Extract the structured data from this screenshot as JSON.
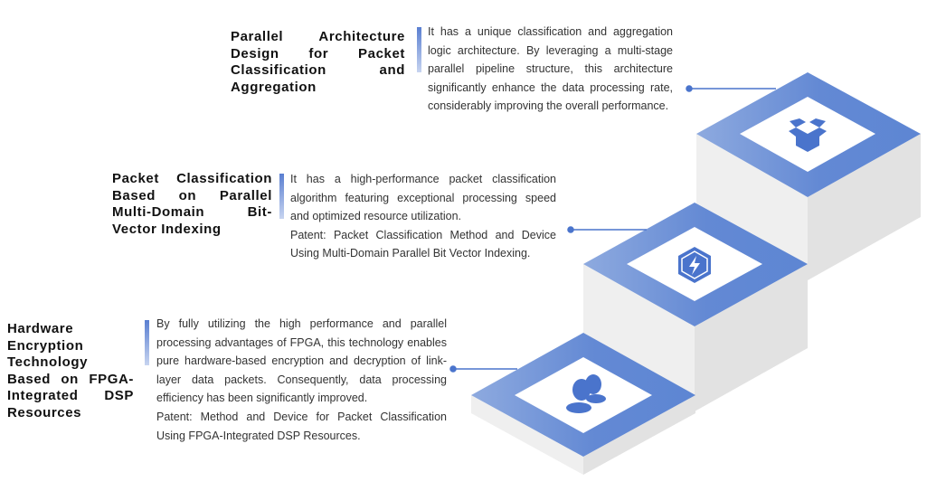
{
  "steps": [
    {
      "title": "Parallel Architecture Design for Packet Classification and Aggregation",
      "paragraphs": [
        "It has a unique classification and aggregation logic architecture. By leveraging a multi-stage parallel pipeline structure, this architecture significantly enhance the data processing rate, considerably improving the overall performance."
      ],
      "icon": "open-box-icon"
    },
    {
      "title": "Packet Classification Based on Parallel Multi-Domain Bit-Vector Indexing",
      "paragraphs": [
        "It has a high-performance packet classification algorithm featuring exceptional processing speed and optimized resource utilization.",
        "Patent: Packet Classification Method and Device Using Multi-Domain Parallel Bit Vector Indexing."
      ],
      "icon": "lightning-shield-icon"
    },
    {
      "title": "Hardware Encryption Technology Based on FPGA-Integrated DSP Resources",
      "paragraphs": [
        "By fully utilizing the high performance and parallel processing advantages of FPGA, this technology enables pure hardware-based encryption and decryption of link-layer data packets. Consequently, data processing efficiency has been significantly improved.",
        "Patent: Method and Device for Packet Classification Using FPGA-Integrated DSP Resources."
      ],
      "icon": "users-icon"
    }
  ],
  "colors": {
    "accent": "#4a74cc",
    "accent_light": "#8eaadf",
    "face_left": "#efefef",
    "face_right": "#e0e0e0"
  }
}
